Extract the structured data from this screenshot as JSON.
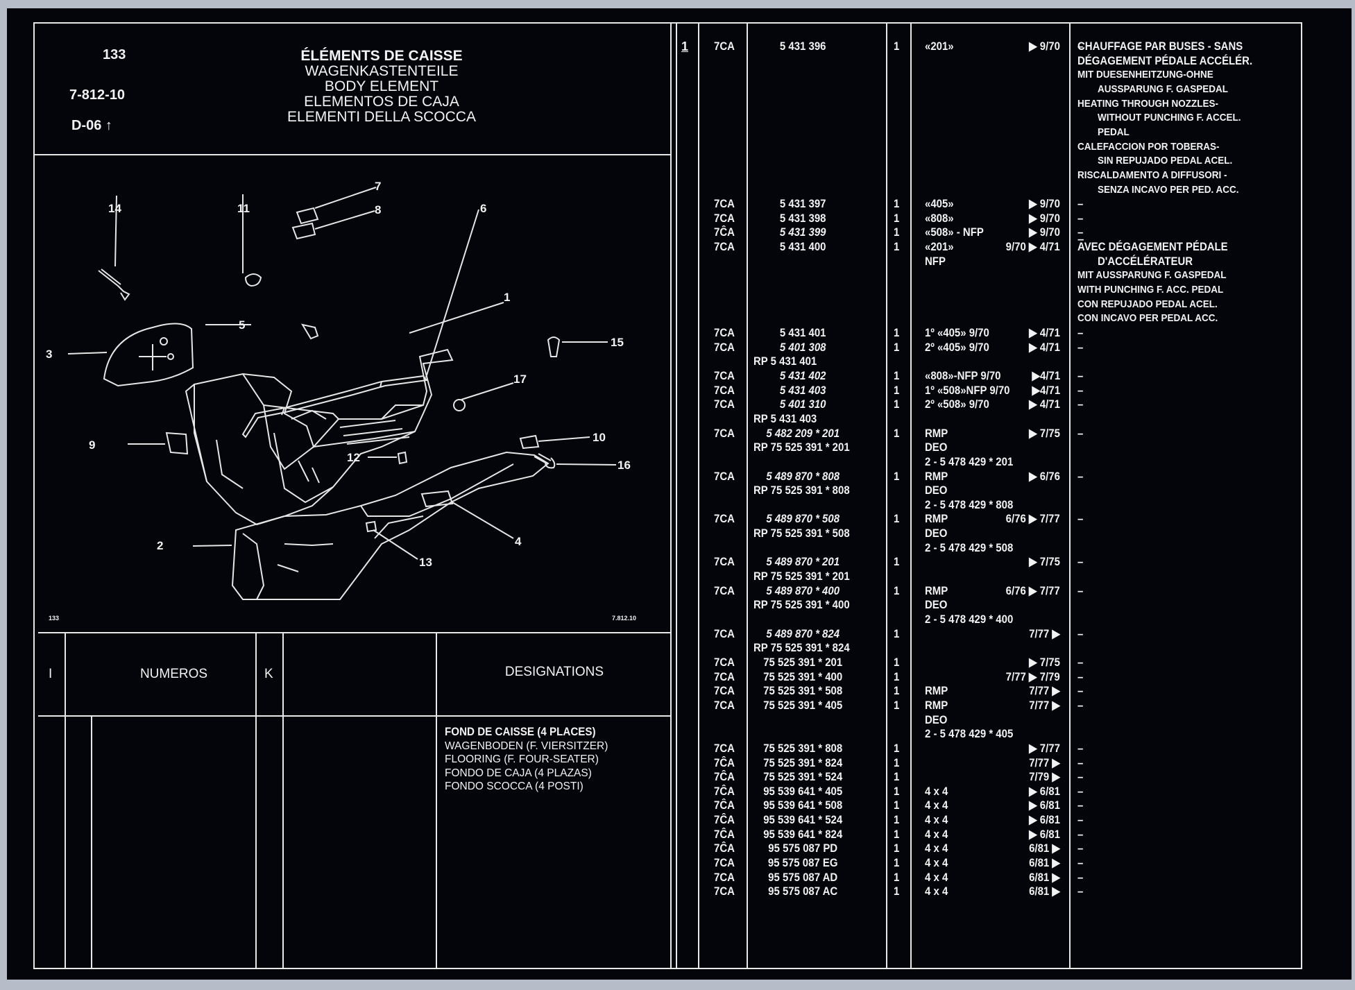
{
  "header": {
    "page_number": "133",
    "reference": "7-812-10",
    "variant": "D-06",
    "titles": [
      "ÉLÉMENTS DE CAISSE",
      "WAGENKASTENTEILE",
      "BODY ELEMENT",
      "ELEMENTOS DE CAJA",
      "ELEMENTI DELLA SCOCCA"
    ]
  },
  "diagram": {
    "part_labels": [
      "1",
      "2",
      "3",
      "4",
      "5",
      "6",
      "7",
      "8",
      "9",
      "10",
      "11",
      "12",
      "13",
      "14",
      "15",
      "16",
      "17"
    ],
    "footer_left": "133",
    "footer_right": "7.812.10"
  },
  "table_header": {
    "col_i": "I",
    "col_numeros": "NUMEROS",
    "col_k": "K",
    "col_designations": "DESIGNATIONS"
  },
  "designation_block": [
    "FOND DE CAISSE (4 PLACES)",
    "WAGENBODEN (F. VIERSITZER)",
    "FLOORING (F. FOUR-SEATER)",
    "FONDO DE CAJA (4 PLAZAS)",
    "FONDO SCOCCA (4 POSTI)"
  ],
  "item_index": "1",
  "parts": [
    {
      "line": 0,
      "code": "7CA",
      "number": "5 431 396",
      "qty": "1",
      "model": "«201»",
      "date": "▶ 9/70",
      "note": "–"
    },
    {
      "line": 11,
      "code": "7CA",
      "number": "5 431 397",
      "qty": "1",
      "model": "«405»",
      "date": "▶ 9/70",
      "note": "–"
    },
    {
      "line": 12,
      "code": "7CA",
      "number": "5 431 398",
      "qty": "1",
      "model": "«808»",
      "date": "▶ 9/70",
      "note": "–"
    },
    {
      "line": 13,
      "code": "7ĈA",
      "number": "5 431 399",
      "qty": "1",
      "model": "«508» - NFP",
      "date": "▶ 9/70",
      "note": "–"
    },
    {
      "line": 14,
      "code": "7CA",
      "number": "5 431 400",
      "qty": "1",
      "model": "«201»",
      "date": "9/70 ▶ 4/71",
      "note": ""
    },
    {
      "line": 15,
      "code": "",
      "number": "",
      "qty": "",
      "model": "NFP",
      "date": "",
      "note": ""
    },
    {
      "line": 20,
      "code": "7CA",
      "number": "5 431 401",
      "qty": "1",
      "model": "1º «405» 9/70",
      "date": "▶ 4/71",
      "note": "–"
    },
    {
      "line": 21,
      "code": "7CA",
      "number": "5 401 308",
      "qty": "1",
      "model": "2º «405» 9/70",
      "date": "▶ 4/71",
      "note": "–"
    },
    {
      "line": 22,
      "code": "",
      "number": "RP 5 431 401",
      "qty": "",
      "model": "",
      "date": "",
      "note": ""
    },
    {
      "line": 23,
      "code": "7CA",
      "number": "5 431 402",
      "qty": "1",
      "model": "«808»-NFP  9/70",
      "date": "▶4/71",
      "note": "–"
    },
    {
      "line": 24,
      "code": "7CA",
      "number": "5 431 403",
      "qty": "1",
      "model": "1º «508»NFP 9/70",
      "date": "▶4/71",
      "note": "–"
    },
    {
      "line": 25,
      "code": "7CA",
      "number": "5 401 310",
      "qty": "1",
      "model": "2º «508» 9/70",
      "date": "▶ 4/71",
      "note": "–"
    },
    {
      "line": 26,
      "code": "",
      "number": "RP 5 431 403",
      "qty": "",
      "model": "",
      "date": "",
      "note": ""
    },
    {
      "line": 27,
      "code": "7CA",
      "number": "5 482 209 * 201",
      "qty": "1",
      "model": "RMP",
      "date": "▶ 7/75",
      "note": "–"
    },
    {
      "line": 28,
      "code": "",
      "number": "RP 75 525 391 * 201",
      "qty": "",
      "model": "DEO",
      "date": "",
      "note": ""
    },
    {
      "line": 29,
      "code": "",
      "number": "",
      "qty": "",
      "model": "2 - 5 478 429 * 201",
      "date": "",
      "note": ""
    },
    {
      "line": 30,
      "code": "7CA",
      "number": "5 489 870 * 808",
      "qty": "1",
      "model": "RMP",
      "date": "▶ 6/76",
      "note": "–"
    },
    {
      "line": 31,
      "code": "",
      "number": "RP 75 525 391 * 808",
      "qty": "",
      "model": "DEO",
      "date": "",
      "note": ""
    },
    {
      "line": 32,
      "code": "",
      "number": "",
      "qty": "",
      "model": "2 - 5 478 429 * 808",
      "date": "",
      "note": ""
    },
    {
      "line": 33,
      "code": "7CA",
      "number": "5 489 870 * 508",
      "qty": "1",
      "model": "RMP",
      "date": "6/76 ▶ 7/77",
      "note": "–"
    },
    {
      "line": 34,
      "code": "",
      "number": "RP 75 525 391 * 508",
      "qty": "",
      "model": "DEO",
      "date": "",
      "note": ""
    },
    {
      "line": 35,
      "code": "",
      "number": "",
      "qty": "",
      "model": "2 - 5 478 429 * 508",
      "date": "",
      "note": ""
    },
    {
      "line": 36,
      "code": "7CA",
      "number": "5 489 870 * 201",
      "qty": "1",
      "model": "",
      "date": "▶ 7/75",
      "note": "–"
    },
    {
      "line": 37,
      "code": "",
      "number": "RP 75 525 391 * 201",
      "qty": "",
      "model": "",
      "date": "",
      "note": ""
    },
    {
      "line": 38,
      "code": "7CA",
      "number": "5 489 870 * 400",
      "qty": "1",
      "model": "RMP",
      "date": "6/76 ▶ 7/77",
      "note": "–"
    },
    {
      "line": 39,
      "code": "",
      "number": "RP 75 525 391 * 400",
      "qty": "",
      "model": "DEO",
      "date": "",
      "note": ""
    },
    {
      "line": 40,
      "code": "",
      "number": "",
      "qty": "",
      "model": "2 - 5 478 429 * 400",
      "date": "",
      "note": ""
    },
    {
      "line": 41,
      "code": "7CA",
      "number": "5 489 870 * 824",
      "qty": "1",
      "model": "",
      "date": "7/77 ▶",
      "note": "–"
    },
    {
      "line": 42,
      "code": "",
      "number": "RP 75 525 391 * 824",
      "qty": "",
      "model": "",
      "date": "",
      "note": ""
    },
    {
      "line": 43,
      "code": "7CA",
      "number": "75 525 391 * 201",
      "qty": "1",
      "model": "",
      "date": "▶ 7/75",
      "note": "–"
    },
    {
      "line": 44,
      "code": "7CA",
      "number": "75 525 391 * 400",
      "qty": "1",
      "model": "",
      "date": "7/77 ▶ 7/79",
      "note": "–"
    },
    {
      "line": 45,
      "code": "7CA",
      "number": "75 525 391 * 508",
      "qty": "1",
      "model": "RMP",
      "date": "7/77 ▶",
      "note": "–"
    },
    {
      "line": 46,
      "code": "7CA",
      "number": "75 525 391 * 405",
      "qty": "1",
      "model": "RMP",
      "date": "7/77 ▶",
      "note": "–"
    },
    {
      "line": 47,
      "code": "",
      "number": "",
      "qty": "",
      "model": "DEO",
      "date": "",
      "note": ""
    },
    {
      "line": 48,
      "code": "",
      "number": "",
      "qty": "",
      "model": "2 - 5 478 429 * 405",
      "date": "",
      "note": ""
    },
    {
      "line": 49,
      "code": "7CA",
      "number": "75 525 391 * 808",
      "qty": "1",
      "model": "",
      "date": "▶ 7/77",
      "note": "–"
    },
    {
      "line": 50,
      "code": "7ĈA",
      "number": "75 525 391 * 824",
      "qty": "1",
      "model": "",
      "date": "7/77 ▶",
      "note": "–"
    },
    {
      "line": 51,
      "code": "7ĈA",
      "number": "75 525 391 * 524",
      "qty": "1",
      "model": "",
      "date": "7/79 ▶",
      "note": "–"
    },
    {
      "line": 52,
      "code": "7ĈA",
      "number": "95 539 641 * 405",
      "qty": "1",
      "model": "4 x 4",
      "date": "▶ 6/81",
      "note": "–"
    },
    {
      "line": 53,
      "code": "7ĈA",
      "number": "95 539 641 * 508",
      "qty": "1",
      "model": "4 x 4",
      "date": "▶ 6/81",
      "note": "–"
    },
    {
      "line": 54,
      "code": "7ĈA",
      "number": "95 539 641 * 524",
      "qty": "1",
      "model": "4 x 4",
      "date": "▶ 6/81",
      "note": "–"
    },
    {
      "line": 55,
      "code": "7ĈA",
      "number": "95 539 641 * 824",
      "qty": "1",
      "model": "4 x 4",
      "date": "▶ 6/81",
      "note": "–"
    },
    {
      "line": 56,
      "code": "7ĈA",
      "number": "95 575 087 PD",
      "qty": "1",
      "model": "4 x 4",
      "date": "6/81 ▶",
      "note": "–"
    },
    {
      "line": 57,
      "code": "7CA",
      "number": "95 575 087 EG",
      "qty": "1",
      "model": "4 x 4",
      "date": "6/81 ▶",
      "note": "–"
    },
    {
      "line": 58,
      "code": "7CA",
      "number": "95 575 087 AD",
      "qty": "1",
      "model": "4 x 4",
      "date": "6/81 ▶",
      "note": "–"
    },
    {
      "line": 59,
      "code": "7CA",
      "number": "95 575 087 AC",
      "qty": "1",
      "model": "4 x 4",
      "date": "6/81 ▶",
      "note": "–"
    }
  ],
  "notes": [
    {
      "line": 0,
      "text": "CHAUFFAGE PAR BUSES - SANS",
      "bold": true
    },
    {
      "line": 1,
      "text": "DÉGAGEMENT PÉDALE ACCÉLÉR.",
      "bold": true
    },
    {
      "line": 2,
      "text": "MIT DUESENHEITZUNG-OHNE"
    },
    {
      "line": 3,
      "text": "AUSSPARUNG F. GASPEDAL",
      "indent": true
    },
    {
      "line": 4,
      "text": "HEATING THROUGH NOZZLES-"
    },
    {
      "line": 5,
      "text": "WITHOUT PUNCHING F. ACCEL.",
      "indent": true
    },
    {
      "line": 6,
      "text": "PEDAL",
      "indent": true
    },
    {
      "line": 7,
      "text": "CALEFACCION POR TOBERAS-"
    },
    {
      "line": 8,
      "text": "SIN REPUJADO PEDAL ACEL.",
      "indent": true
    },
    {
      "line": 9,
      "text": "RISCALDAMENTO A DIFFUSORI -"
    },
    {
      "line": 10,
      "text": "SENZA INCAVO PER PED. ACC.",
      "indent": true
    },
    {
      "line": 14,
      "text": "AVEC DÉGAGEMENT PÉDALE",
      "bold": true
    },
    {
      "line": 15,
      "text": "D'ACCÉLÉRATEUR",
      "bold": true,
      "indent": true
    },
    {
      "line": 16,
      "text": "MIT AUSSPARUNG F. GASPEDAL"
    },
    {
      "line": 17,
      "text": "WITH PUNCHING F. ACC. PEDAL"
    },
    {
      "line": 18,
      "text": "CON REPUJADO PEDAL ACEL."
    },
    {
      "line": 19,
      "text": "CON INCAVO PER PEDAL ACC."
    }
  ]
}
